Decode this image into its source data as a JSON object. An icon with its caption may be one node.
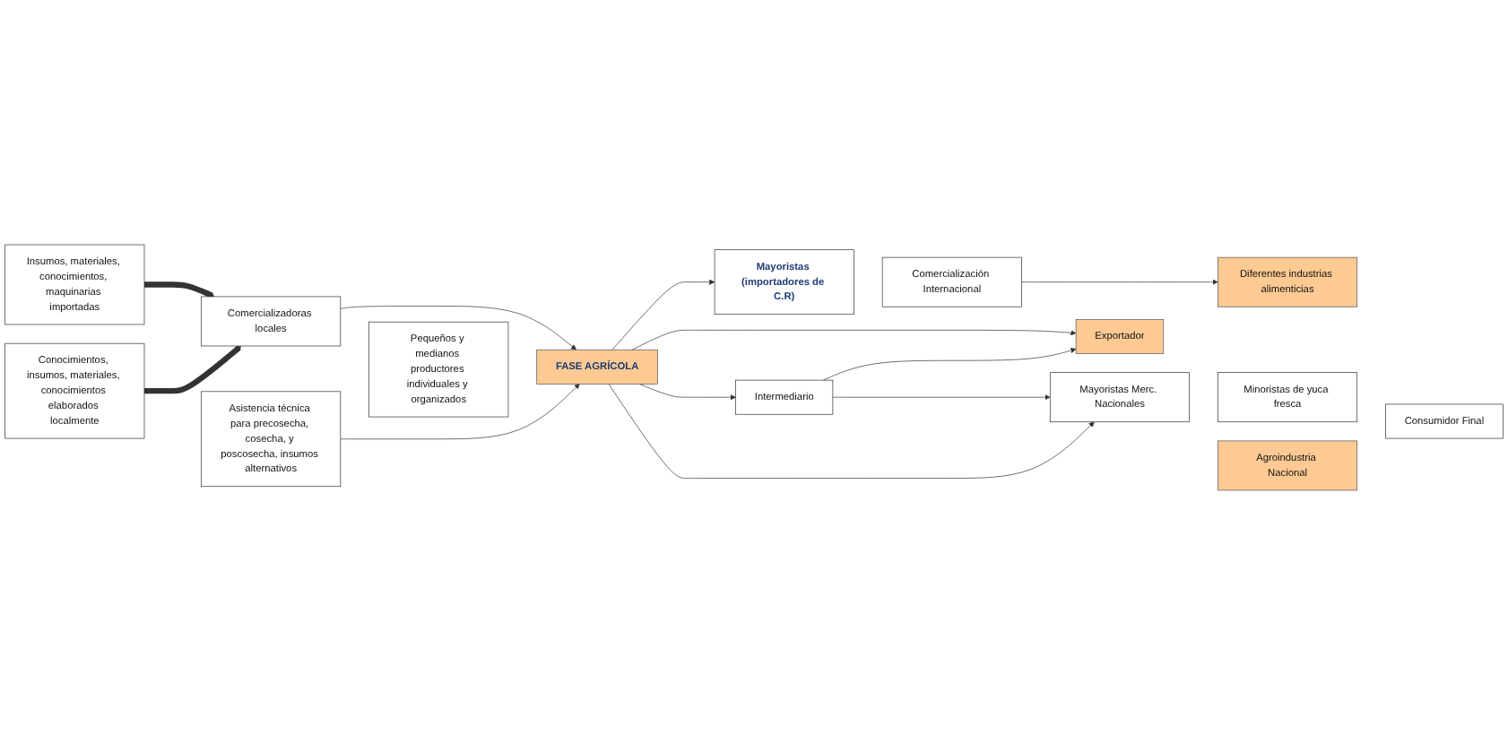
{
  "diagram": {
    "nodes": [
      {
        "text": [
          "Insumos, materiales, conocimientos, maquinarias importadas"
        ]
      },
      {
        "text": [
          "Asistencia técnica para precosecha, cosecha, y poscosecha, insumos alternativos"
        ]
      },
      {
        "text": [
          "Comercializadoras locales"
        ]
      },
      {
        "text": [
          "FASE AGRÍCOLA"
        ]
      },
      {
        "text": [
          "Mayoristas (importadores de C.R)"
        ]
      },
      {
        "text": [
          "Exportador"
        ]
      },
      {
        "text": [
          "Comercialización Internacional"
        ]
      },
      {
        "text": [
          "Diferentes industrias alimenticias"
        ]
      },
      {
        "text": [
          "Intermediario"
        ]
      },
      {
        "text": [
          "Agroindustria Nacional"
        ]
      },
      {
        "text": [
          "Consumidor Final"
        ]
      },
      {
        "text": [
          "Conocimientos, insumos, materiales, conocimientos elaborados localmente"
        ]
      },
      {
        "text": [
          "Pequeños y medianos productores individuales y organizados"
        ]
      },
      {
        "text": [
          "Mayoristas Merc. Nacionales"
        ]
      },
      {
        "text": [
          "Minoristas de yuca fresca"
        ]
      }
    ],
    "edges": [
      {
        "from": 0,
        "to": 2,
        "arrow": "to",
        "style": "thick"
      },
      {
        "from": 11,
        "to": 2,
        "arrow": "to",
        "style": "thick"
      },
      {
        "from": 2,
        "to": 3,
        "arrow": "to"
      },
      {
        "from": 1,
        "to": 3,
        "arrow": "to"
      },
      {
        "from": 3,
        "to": 4,
        "arrow": "to"
      },
      {
        "from": 3,
        "to": 5,
        "arrow": "to"
      },
      {
        "from": 3,
        "to": 8,
        "arrow": "to"
      },
      {
        "from": 3,
        "to": 13,
        "arrow": "to"
      },
      {
        "from": 8,
        "to": 5,
        "arrow": "to"
      },
      {
        "from": 8,
        "to": 13,
        "arrow": "to"
      },
      {
        "from": 6,
        "to": 7,
        "arrow": "to"
      }
    ]
  }
}
